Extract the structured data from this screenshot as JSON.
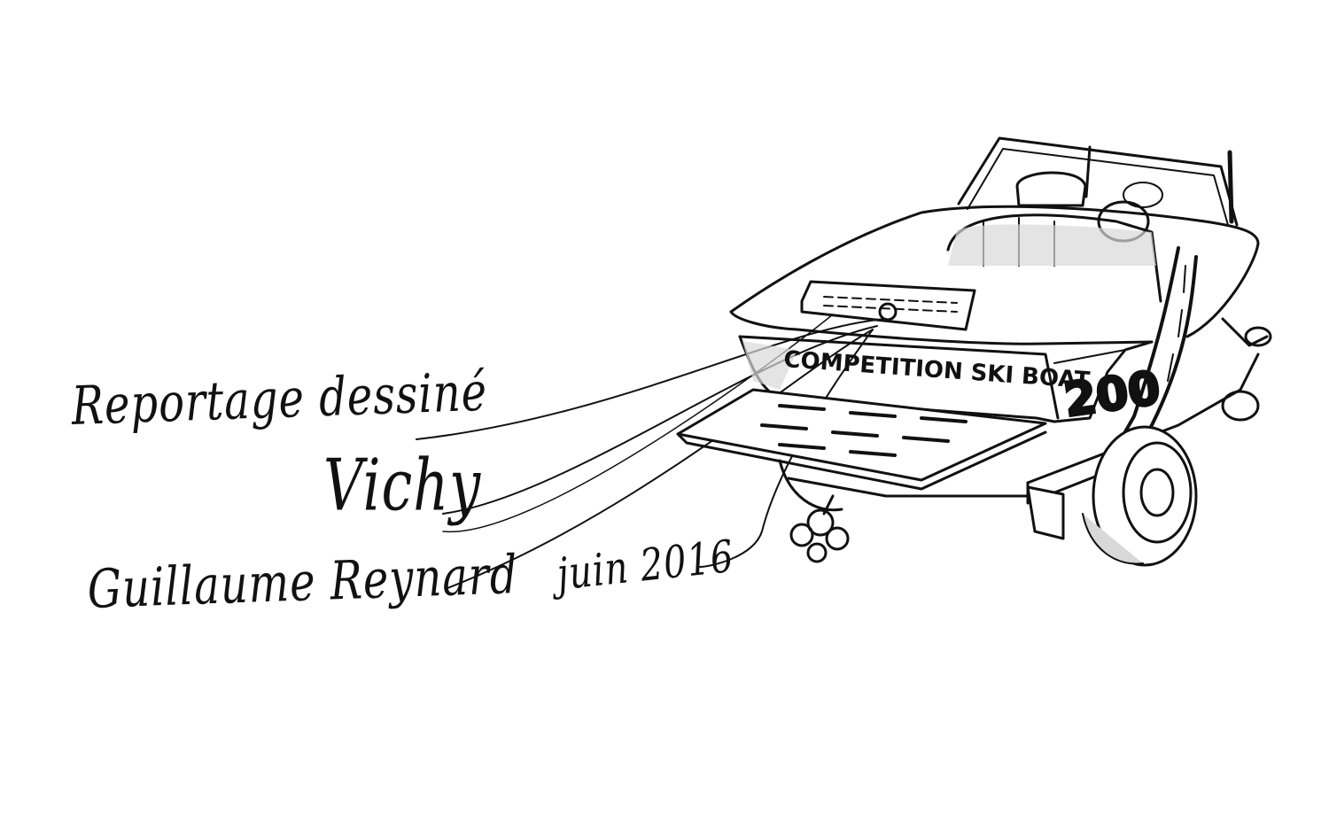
{
  "caption": {
    "title": "Reportage dessiné",
    "place": "Vichy",
    "author": "Guillaume Reynard",
    "date": "juin 2016"
  },
  "boat": {
    "hull_text": "COMPETITION SKI BOAT",
    "number": "200"
  },
  "colors": {
    "ink": "#111111",
    "paper": "#ffffff",
    "wash": "#d8d8d8"
  }
}
